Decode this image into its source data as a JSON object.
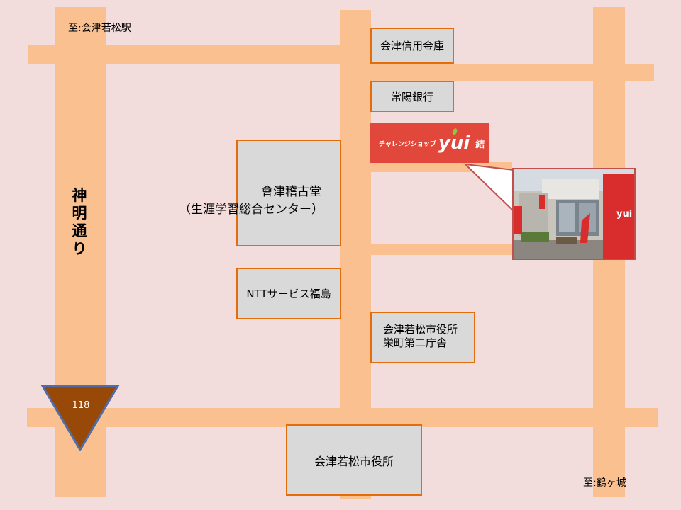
{
  "map": {
    "direction_north": "至:会津若松駅",
    "direction_south": "至:鶴ヶ城",
    "street_name": "神明通り",
    "route_number": "118",
    "buildings": {
      "shinyo_kinko": "会津信用金庫",
      "joyo_bank": "常陽銀行",
      "keikodo_line1": "會津稽古堂",
      "keikodo_line2": "（生涯学習総合センター）",
      "ntt": "NTTサービス福島",
      "annex_line1": "会津若松市役所",
      "annex_line2": "栄町第二庁舎",
      "city_hall": "会津若松市役所"
    },
    "shop": {
      "prefix": "チャレンジショップ",
      "logo": "yui",
      "kanji": "結"
    },
    "photo_sign": "yui",
    "colors": {
      "background": "#f2dcdc",
      "road": "#fac090",
      "building_fill": "#d9d9d9",
      "building_border": "#e46c0a",
      "shop_red": "#e1473a",
      "route_marker": "#984807",
      "route_border": "#4f6da8"
    }
  }
}
